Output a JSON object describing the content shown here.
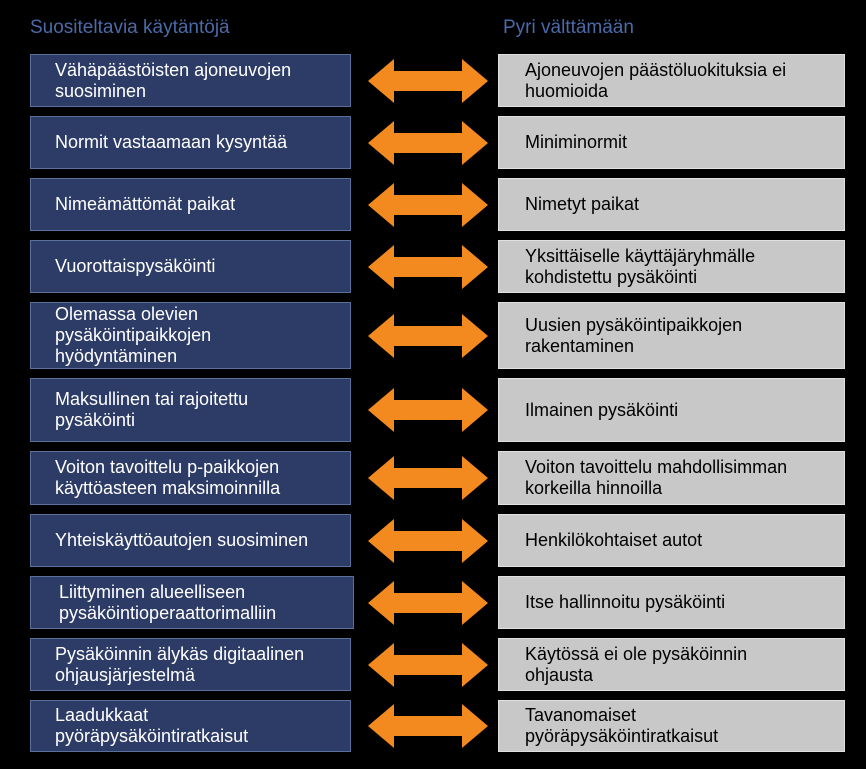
{
  "headers": {
    "left": "Suositeltavia käytäntöjä",
    "right": "Pyri välttämään"
  },
  "colors": {
    "background": "#000000",
    "good_box": "#2d3c66",
    "bad_box": "#c8c8c8",
    "arrow": "#f38a1f",
    "header_text": "#4a6aa8"
  },
  "rows": [
    {
      "good": "Vähäpäästöisten ajoneuvojen\nsuosiminen",
      "bad": "Ajoneuvojen päästöluokituksia ei\nhuomioida"
    },
    {
      "good": "Normit vastaamaan kysyntää",
      "bad": "Miniminormit"
    },
    {
      "good": "Nimeämättömät paikat",
      "bad": "Nimetyt paikat"
    },
    {
      "good": "Vuorottaispysäköinti",
      "bad": "Yksittäiselle käyttäjäryhmälle\nkohdistettu pysäköinti"
    },
    {
      "good": "Olemassa olevien\npysäköintipaikkojen\nhyödyntäminen",
      "bad": "Uusien pysäköintipaikkojen\nrakentaminen"
    },
    {
      "good": "Maksullinen tai rajoitettu\npysäköinti",
      "bad": "Ilmainen pysäköinti"
    },
    {
      "good": "Voiton tavoittelu p-paikkojen\nkäyttöasteen maksimoinnilla",
      "bad": "Voiton tavoittelu mahdollisimman\nkorkeilla hinnoilla"
    },
    {
      "good": "Yhteiskäyttöautojen suosiminen",
      "bad": "Henkilökohtaiset autot"
    },
    {
      "good": "Liittyminen alueelliseen\npysäköintioperaattorimalliin",
      "bad": "Itse hallinnoitu pysäköinti"
    },
    {
      "good": "Pysäköinnin älykäs digitaalinen\nohjausjärjestelmä",
      "bad": "Käytössä ei ole pysäköinnin\nohjausta"
    },
    {
      "good": "Laadukkaat\npyöräpysäköintiratkaisut",
      "bad": "Tavanomaiset\npyöräpysäköintiratkaisut"
    }
  ]
}
